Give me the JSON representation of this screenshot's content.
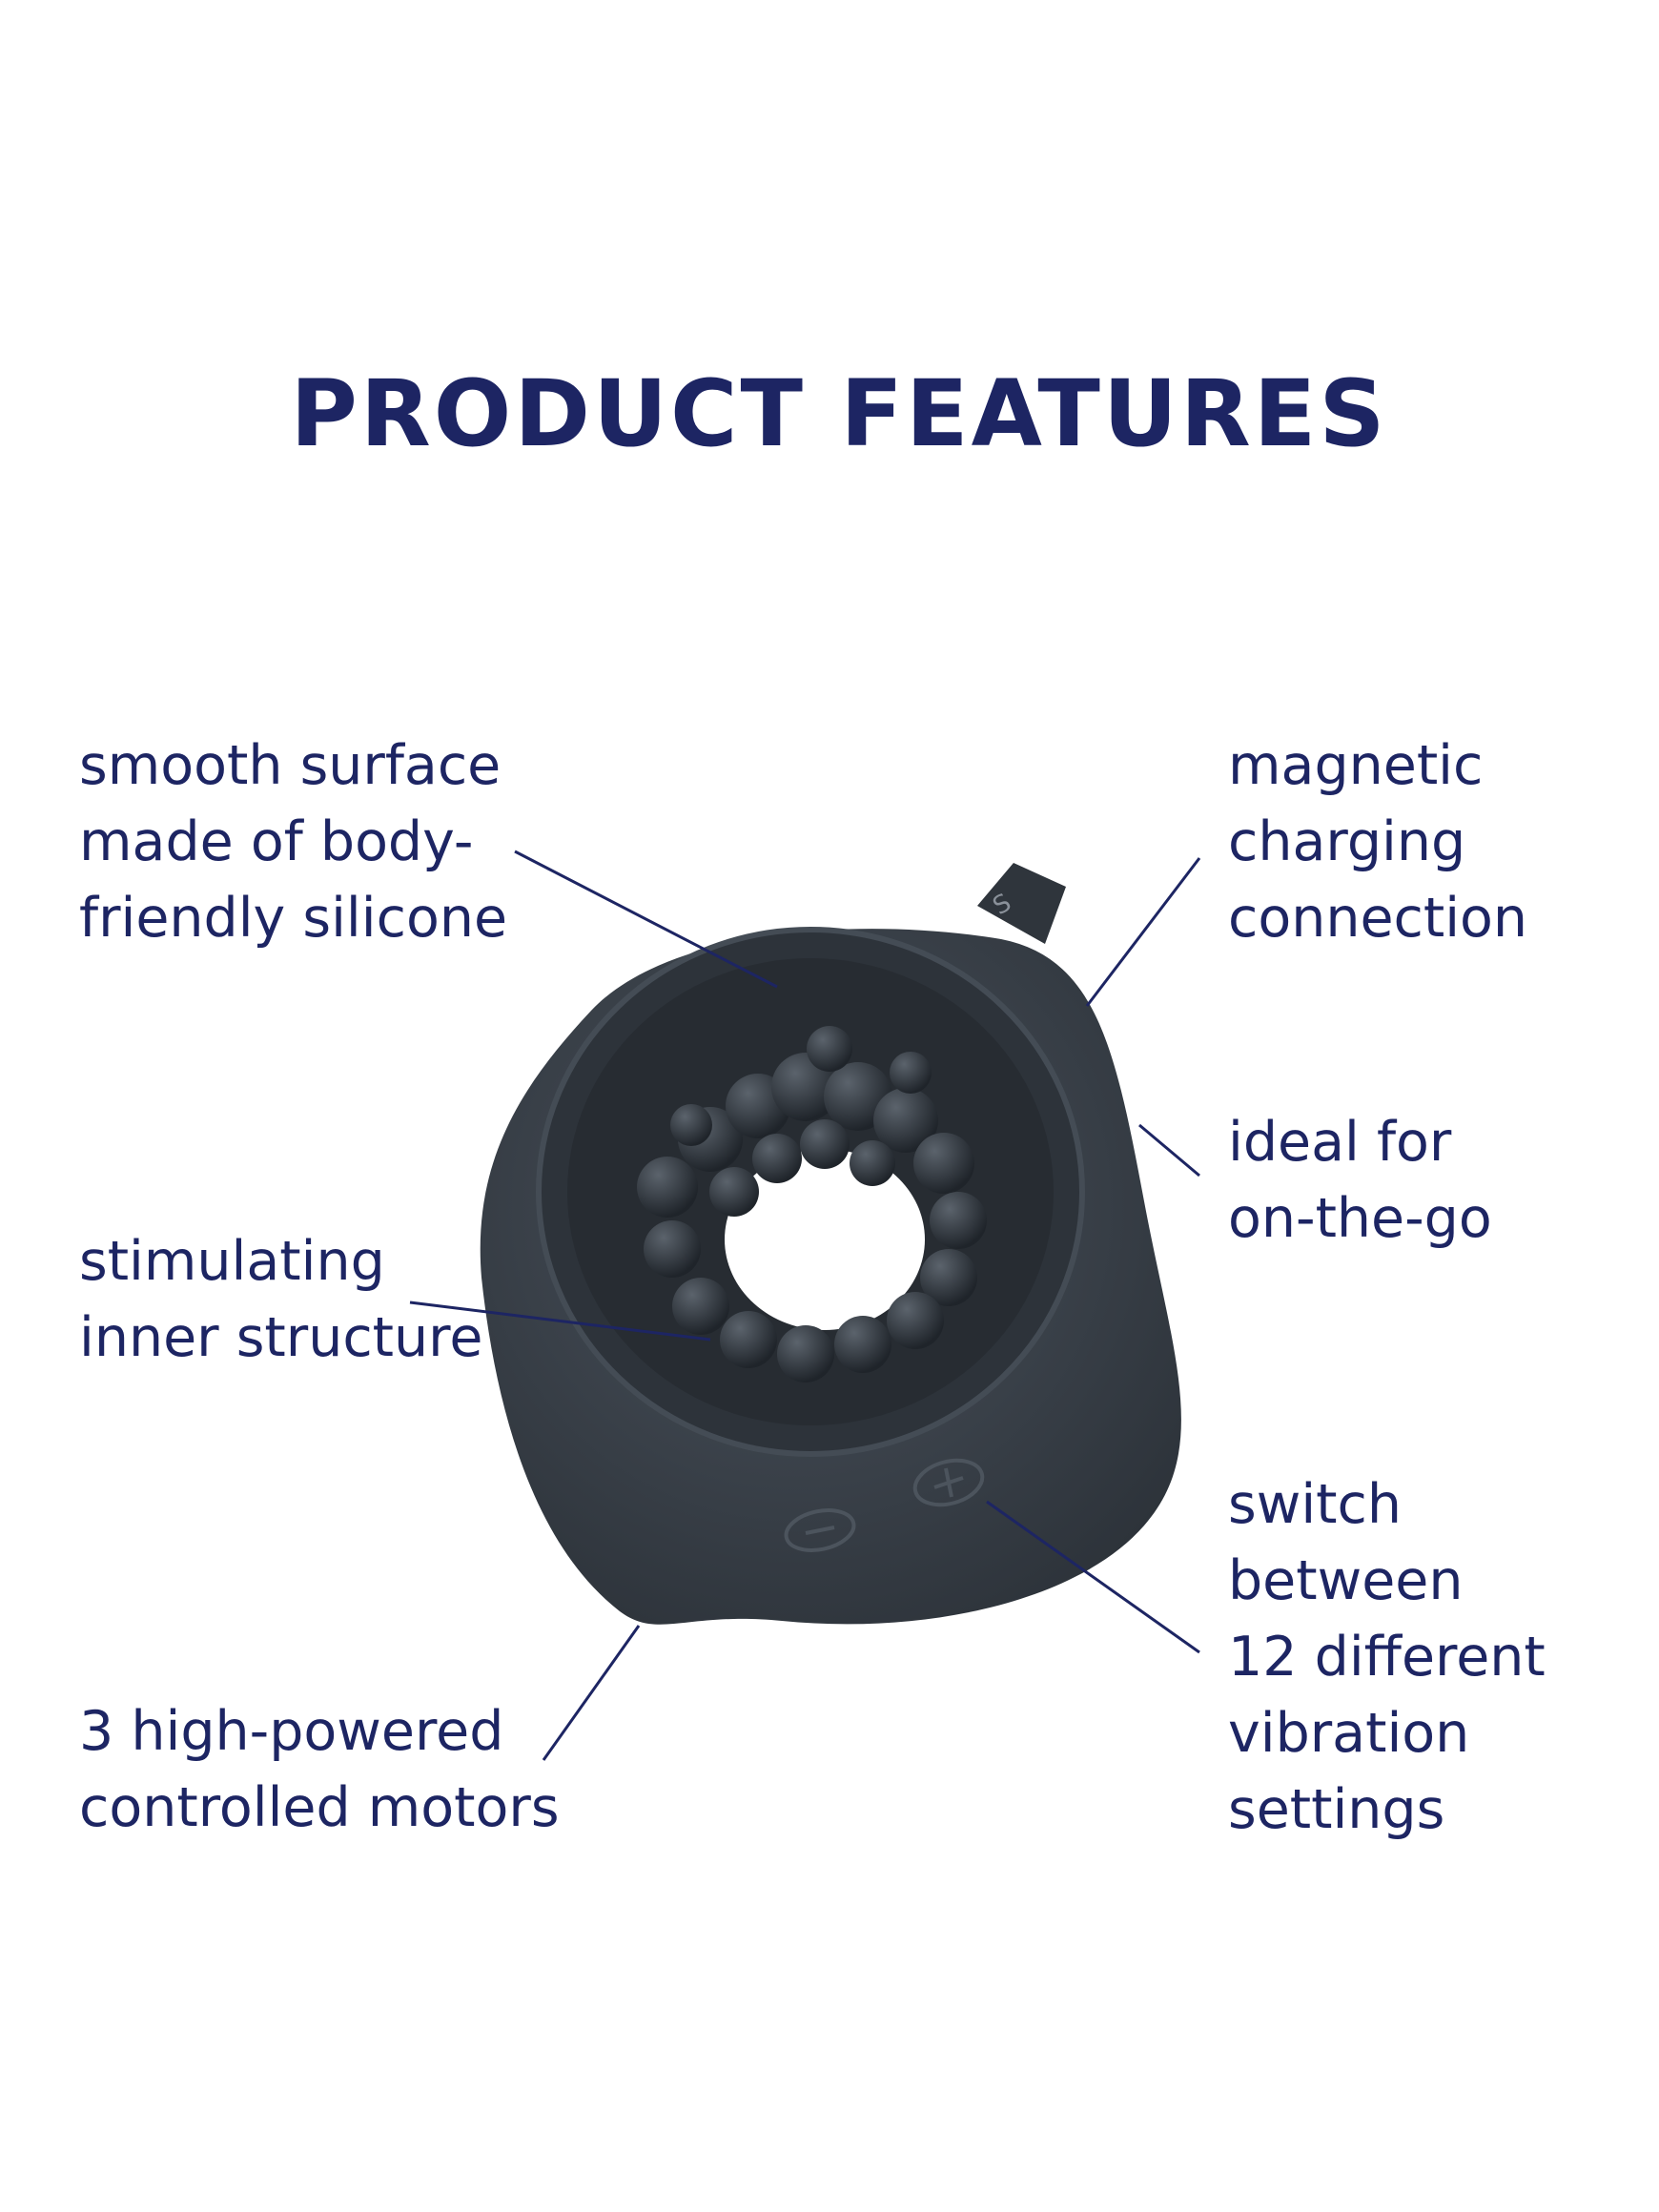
{
  "title": "PRODUCT FEATURES",
  "colors": {
    "text": "#1d2563",
    "product": "#353c45",
    "background": "#ffffff"
  },
  "features": {
    "smooth_surface": "smooth surface\nmade of body-\nfriendly silicone",
    "inner_structure": "stimulating\ninner structure",
    "motors": "3 high-powered\ncontrolled motors",
    "magnetic": "magnetic\ncharging\nconnection",
    "on_the_go": "ideal for\non-the-go",
    "vibration": "switch\nbetween\n12 different\nvibration\nsettings"
  },
  "product": {
    "icon": "vibrating-ring-illustration",
    "buttons": [
      "minus-icon",
      "plus-icon"
    ]
  }
}
